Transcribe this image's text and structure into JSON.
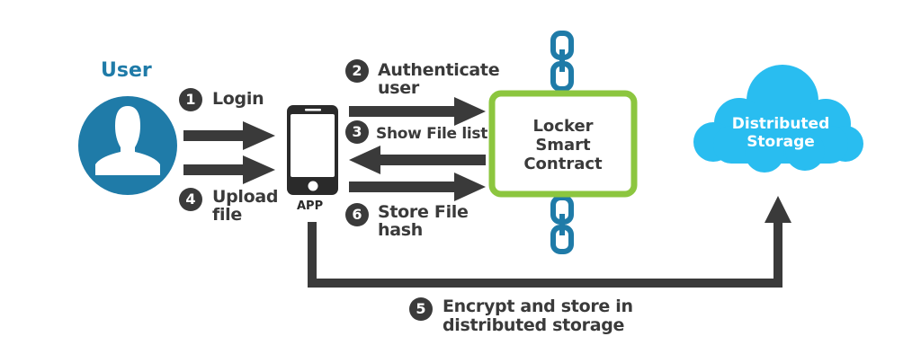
{
  "colors": {
    "user_blue": "#1f7ba8",
    "arrow_dark": "#3a3a3a",
    "contract_green": "#8cc63f",
    "chain_blue": "#1f7ba8",
    "cloud_blue": "#29bdf0"
  },
  "user": {
    "title": "User",
    "icon": "user-avatar-icon"
  },
  "app": {
    "label": "APP",
    "icon": "smartphone-icon"
  },
  "contract": {
    "line1": "Locker",
    "line2": "Smart",
    "line3": "Contract",
    "icon": "chain-link-icon"
  },
  "storage": {
    "line1": "Distributed",
    "line2": "Storage",
    "icon": "cloud-icon"
  },
  "steps": [
    {
      "num": "1",
      "line1": "Login",
      "line2": ""
    },
    {
      "num": "2",
      "line1": "Authenticate",
      "line2": "user"
    },
    {
      "num": "3",
      "line1": "Show File list",
      "line2": ""
    },
    {
      "num": "4",
      "line1": "Upload",
      "line2": "file"
    },
    {
      "num": "5",
      "line1": "Encrypt and store in",
      "line2": "distributed storage"
    },
    {
      "num": "6",
      "line1": "Store File",
      "line2": "hash"
    }
  ]
}
